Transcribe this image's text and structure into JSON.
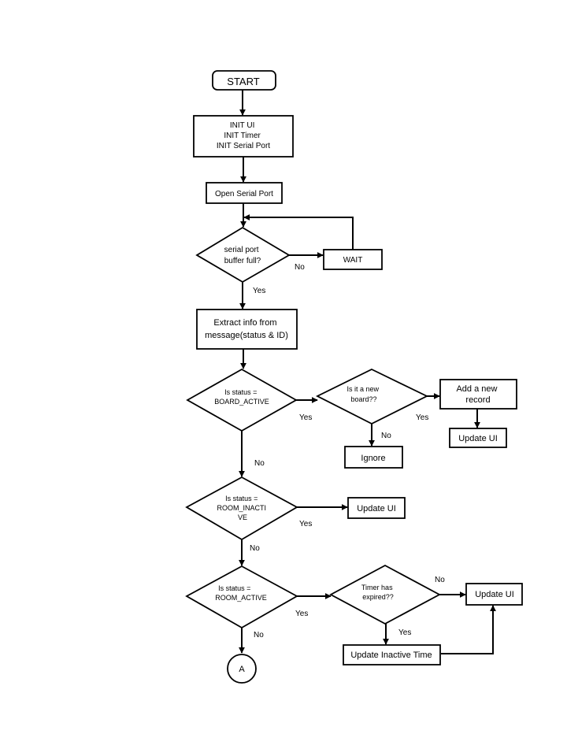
{
  "nodes": {
    "start": {
      "lines": [
        "START"
      ]
    },
    "init": {
      "lines": [
        "INIT UI",
        "INIT Timer",
        "INIT Serial Port"
      ]
    },
    "open_serial_port": {
      "lines": [
        "Open Serial Port"
      ]
    },
    "buffer_full": {
      "lines": [
        "serial port",
        "buffer full?"
      ]
    },
    "wait": {
      "lines": [
        "WAIT"
      ]
    },
    "extract_info": {
      "lines": [
        "Extract info from",
        "message(status & ID)"
      ]
    },
    "status_board_active": {
      "lines": [
        "Is status =",
        "BOARD_ACTIVE"
      ]
    },
    "new_board": {
      "lines": [
        "Is it a new",
        "board??"
      ]
    },
    "add_record": {
      "lines": [
        "Add a new",
        "record"
      ]
    },
    "update_ui_1": {
      "lines": [
        "Update UI"
      ]
    },
    "ignore": {
      "lines": [
        "Ignore"
      ]
    },
    "status_room_inactive": {
      "lines": [
        "Is status =",
        "ROOM_INACTI",
        "VE"
      ]
    },
    "update_ui_2": {
      "lines": [
        "Update UI"
      ]
    },
    "status_room_active": {
      "lines": [
        "Is status =",
        "ROOM_ACTIVE"
      ]
    },
    "timer_expired": {
      "lines": [
        "Timer has",
        "expired??"
      ]
    },
    "update_ui_3": {
      "lines": [
        "Update UI"
      ]
    },
    "update_inactive_time": {
      "lines": [
        "Update Inactive Time"
      ]
    },
    "connector_a": {
      "lines": [
        "A"
      ]
    }
  },
  "edge_labels": {
    "buffer_no": "No",
    "buffer_yes": "Yes",
    "board_active_yes": "Yes",
    "board_active_no": "No",
    "new_board_yes": "Yes",
    "new_board_no": "No",
    "room_inactive_yes": "Yes",
    "room_inactive_no": "No",
    "room_active_yes": "Yes",
    "room_active_no": "No",
    "timer_no": "No",
    "timer_yes": "Yes"
  }
}
